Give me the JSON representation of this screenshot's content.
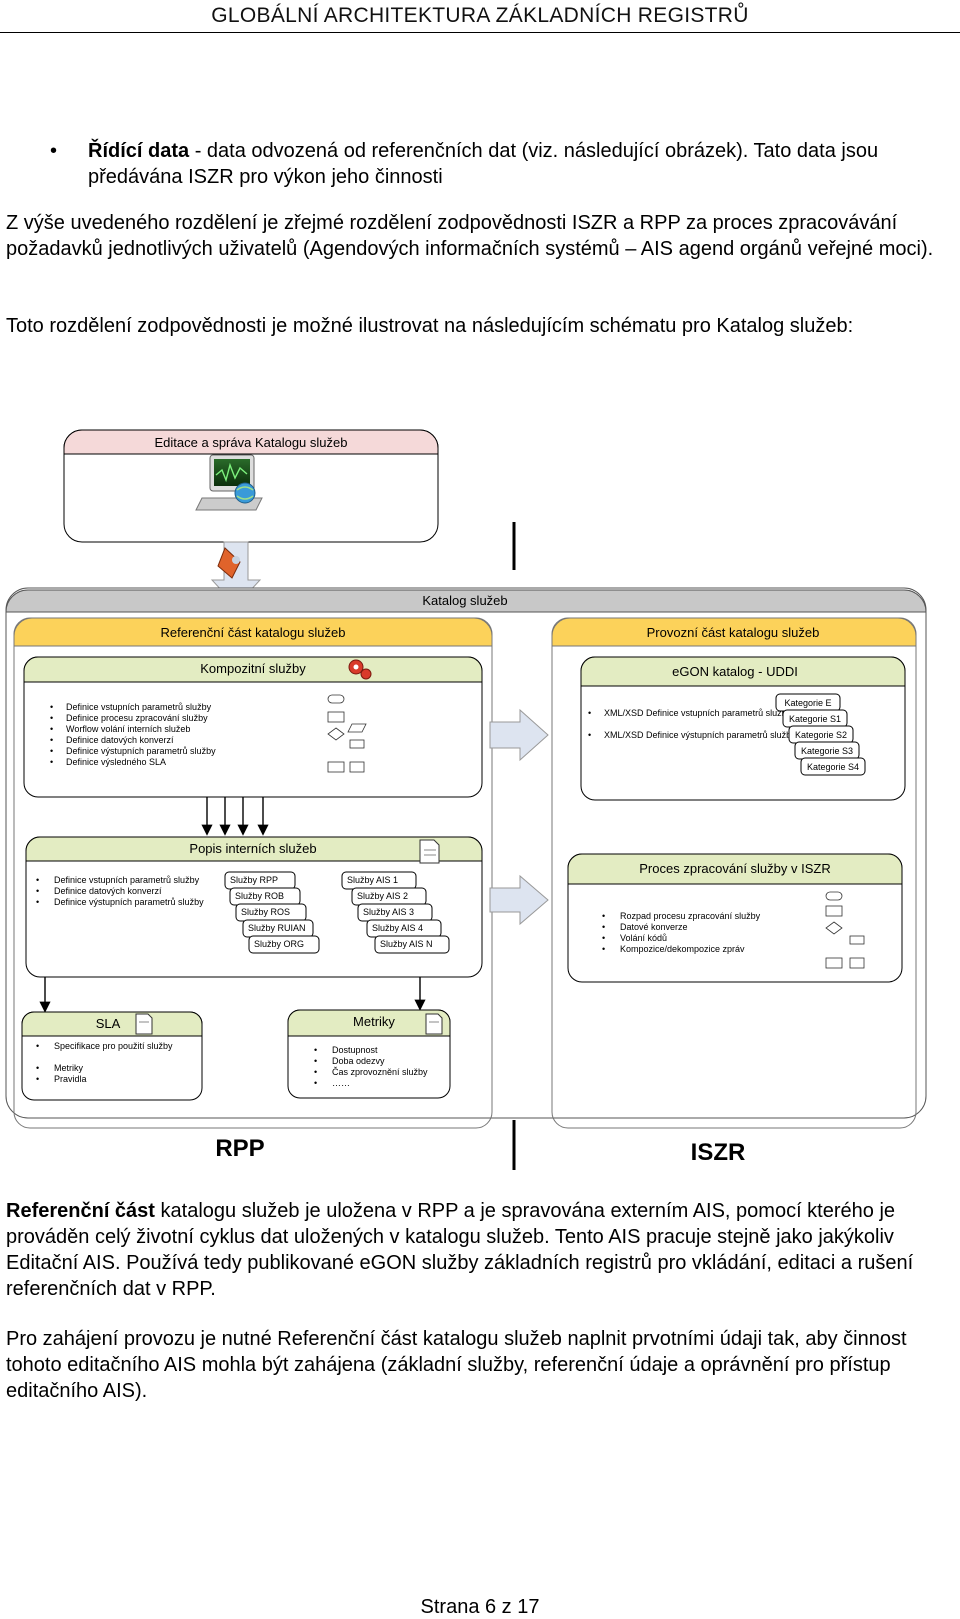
{
  "header": {
    "title": "GLOBÁLNÍ ARCHITEKTURA ZÁKLADNÍCH REGISTRŮ"
  },
  "intro": {
    "bullet_bold": "Řídící data",
    "bullet_rest": " -  data odvozená od referenčních dat (viz. následující obrázek). Tato data jsou předávána ISZR pro výkon jeho činnosti",
    "para1": "Z výše uvedeného rozdělení je zřejmé rozdělení zodpovědnosti ISZR a RPP za proces zpracovávání požadavků jednotlivých uživatelů (Agendových informačních systémů – AIS agend orgánů veřejné moci).",
    "para2": "Toto rozdělení zodpovědnosti je možné ilustrovat na následujícím schématu pro Katalog služeb:"
  },
  "diagram": {
    "editace": "Editace a správa Katalogu služeb",
    "katalog": "Katalog služeb",
    "referencni": "Referenční část katalogu služeb",
    "provozni": "Provozní část katalogu služeb",
    "kompozitni": "Kompozitní služby",
    "kompozitni_items": [
      "Definice vstupních parametrů služby",
      "Definice procesu zpracování služby",
      "Worflow volání interních služeb",
      "Definice datových konverzí",
      "Definice výstupních parametrů služby",
      "Definice výsledného SLA"
    ],
    "egon": "eGON katalog - UDDI",
    "egon_items": [
      "XML/XSD Definice vstupních parametrů služby",
      "XML/XSD Definice výstupních parametrů služby"
    ],
    "kategorie": [
      "Kategorie E",
      "Kategorie S1",
      "Kategorie S2",
      "Kategorie S3",
      "Kategorie S4"
    ],
    "popis": "Popis interních služeb",
    "popis_items": [
      "Definice vstupních parametrů služby",
      "Definice datových konverzí",
      "Definice výstupních parametrů služby"
    ],
    "sluzby_reg": [
      "Služby RPP",
      "Služby ROB",
      "Služby ROS",
      "Služby RUIAN",
      "Služby ORG"
    ],
    "sluzby_ais": [
      "Služby AIS 1",
      "Služby AIS 2",
      "Služby AIS 3",
      "Služby AIS 4",
      "Služby AIS N"
    ],
    "proces": "Proces zpracování služby v ISZR",
    "proces_items": [
      "Rozpad procesu zpracování služby",
      "Datové konverze",
      "Volání kódů",
      "Kompozice/dekompozice zpráv"
    ],
    "sla": "SLA",
    "sla_items": [
      "Specifikace pro použití služby",
      "Metriky",
      "Pravidla"
    ],
    "metriky": "Metriky",
    "metriky_items": [
      "Dostupnost",
      "Doba odezvy",
      "Čas zprovoznění služby",
      "……"
    ],
    "rpp": "RPP",
    "iszr": "ISZR",
    "colors": {
      "pink": "#f5d9d9",
      "yellow": "#fcd25a",
      "green": "#e3ecc2",
      "gray": "#c8c8c8"
    }
  },
  "outro": {
    "para3_bold": "Referenční část",
    "para3_rest": " katalogu služeb je uložena v RPP a je spravována externím AIS, pomocí kterého je prováděn celý životní cyklus dat uložených v katalogu služeb. Tento AIS pracuje stejně jako jakýkoliv Editační AIS. Používá tedy publikované eGON služby základních registrů pro vkládání, editaci a rušení referenčních dat v RPP.",
    "para4": "Pro zahájení provozu je nutné Referenční část katalogu služeb naplnit prvotními údaji tak, aby činnost tohoto editačního AIS mohla být zahájena (základní služby, referenční údaje a oprávnění pro přístup editačního AIS)."
  },
  "footer": {
    "page": "Strana 6 z 17"
  }
}
